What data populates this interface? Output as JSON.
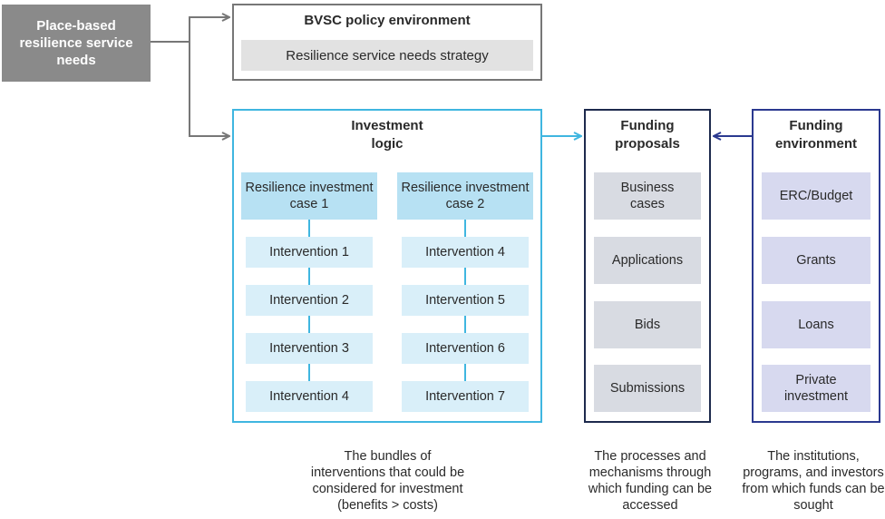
{
  "source": {
    "label": "Place-based resilience service needs"
  },
  "policy": {
    "title": "BVSC policy environment",
    "strategy": "Resilience service needs strategy"
  },
  "investment": {
    "title": "Investment logic",
    "cases": [
      {
        "label": "Resilience investment case 1",
        "interventions": [
          "Intervention 1",
          "Intervention 2",
          "Intervention 3",
          "Intervention 4"
        ]
      },
      {
        "label": "Resilience investment case 2",
        "interventions": [
          "Intervention 4",
          "Intervention 5",
          "Intervention 6",
          "Intervention 7"
        ]
      }
    ],
    "caption": "The bundles of interventions that could be considered for investment (benefits > costs)"
  },
  "proposals": {
    "title": "Funding proposals",
    "items": [
      "Business cases",
      "Applications",
      "Bids",
      "Submissions"
    ],
    "caption": "The processes and mechanisms through which funding can be accessed"
  },
  "environment": {
    "title": "Funding environment",
    "items": [
      "ERC/Budget",
      "Grants",
      "Loans",
      "Private investment"
    ],
    "caption": "The institutions, programs, and investors from which funds can be sought"
  },
  "colors": {
    "source": "#8a8a8a",
    "policy": "#777777",
    "investment": "#3fb6e0",
    "proposals": "#1d2a4d",
    "environment": "#2b3990"
  }
}
